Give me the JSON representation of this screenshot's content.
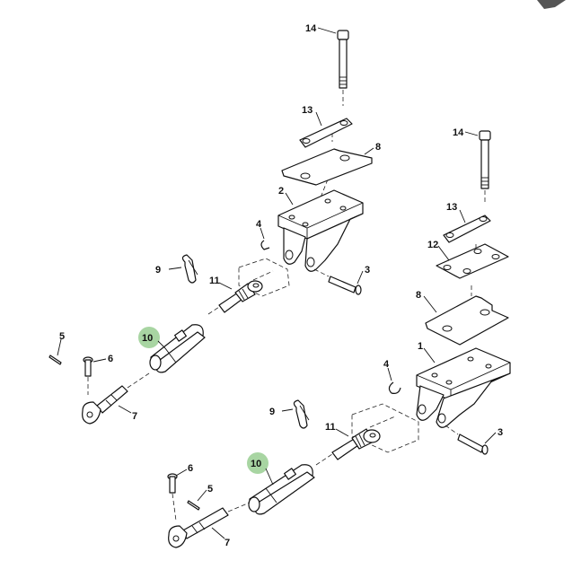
{
  "highlight_color": "#a8d5a2",
  "labels": {
    "top_14": "14",
    "top_13": "13",
    "top_8": "8",
    "top_2": "2",
    "top_4": "4",
    "top_3": "3",
    "top_9": "9",
    "top_11": "11",
    "top_10": "10",
    "top_5": "5",
    "top_6": "6",
    "top_7": "7",
    "right_14": "14",
    "right_13": "13",
    "right_12": "12",
    "right_8": "8",
    "right_1": "1",
    "bot_4": "4",
    "bot_3": "3",
    "bot_9": "9",
    "bot_11": "11",
    "bot_10": "10",
    "bot_6": "6",
    "bot_5": "5",
    "bot_7": "7"
  }
}
